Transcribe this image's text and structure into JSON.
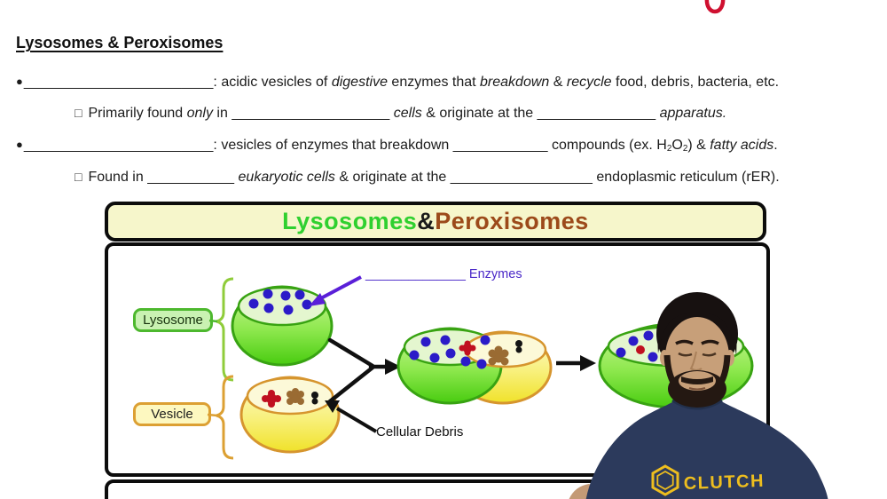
{
  "notes": {
    "title": "Lysosomes & Peroxisomes",
    "bullets": [
      {
        "marker": "●",
        "segments": [
          {
            "text": "________________________",
            "style": "blank"
          },
          {
            "text": ": acidic vesicles of ",
            "style": "normal"
          },
          {
            "text": "digestive",
            "style": "italic"
          },
          {
            "text": " enzymes that ",
            "style": "normal"
          },
          {
            "text": "breakdown",
            "style": "italic"
          },
          {
            "text": " & ",
            "style": "normal"
          },
          {
            "text": "recycle",
            "style": "italic"
          },
          {
            "text": " food, debris, bacteria, etc.",
            "style": "normal"
          }
        ]
      },
      {
        "marker": "□",
        "segments": [
          {
            "text": "Primarily found ",
            "style": "normal"
          },
          {
            "text": "only",
            "style": "italic"
          },
          {
            "text": " in ",
            "style": "normal"
          },
          {
            "text": "____________________",
            "style": "blank"
          },
          {
            "text": " ",
            "style": "normal"
          },
          {
            "text": "cells",
            "style": "italic"
          },
          {
            "text": " & originate at the ",
            "style": "normal"
          },
          {
            "text": "_______________",
            "style": "blank"
          },
          {
            "text": " ",
            "style": "normal"
          },
          {
            "text": "apparatus.",
            "style": "italic"
          }
        ]
      },
      {
        "marker": "●",
        "segments": [
          {
            "text": "________________________",
            "style": "blank"
          },
          {
            "text": ": vesicles of enzymes that breakdown ",
            "style": "normal"
          },
          {
            "text": "____________",
            "style": "blank"
          },
          {
            "text": " compounds (ex. H",
            "style": "normal"
          },
          {
            "text": "2",
            "style": "sub"
          },
          {
            "text": "O",
            "style": "normal"
          },
          {
            "text": "2",
            "style": "sub"
          },
          {
            "text": ") & ",
            "style": "normal"
          },
          {
            "text": "fatty acids",
            "style": "italic"
          },
          {
            "text": ".",
            "style": "normal"
          }
        ]
      },
      {
        "marker": "□",
        "segments": [
          {
            "text": "Found in ",
            "style": "normal"
          },
          {
            "text": "___________",
            "style": "blank"
          },
          {
            "text": " ",
            "style": "normal"
          },
          {
            "text": "eukaryotic cells",
            "style": "italic"
          },
          {
            "text": " & originate at the ",
            "style": "normal"
          },
          {
            "text": "__________________",
            "style": "blank"
          },
          {
            "text": " endoplasmic reticulum (rER).",
            "style": "normal"
          }
        ]
      }
    ]
  },
  "diagram": {
    "title": {
      "parts": [
        {
          "text": "Lysosomes",
          "color": "#2fd02f"
        },
        {
          "text": " & ",
          "color": "#1a1a1a"
        },
        {
          "text": "Peroxisomes",
          "color": "#9c4a1a"
        }
      ]
    },
    "labels": {
      "lysosome": "Lysosome",
      "vesicle": "Vesicle",
      "enzymes_blank": "______________",
      "enzymes": " Enzymes",
      "cellular_debris": "Cellular Debris"
    }
  },
  "presenter": {
    "shirt_text": "CLUTCH"
  },
  "colors": {
    "diagram_green": "#49cc10",
    "diagram_green_stroke": "#38a312",
    "diagram_yellow": "#f2e42c",
    "diagram_yellow_stroke": "#d6952e",
    "enzyme_dot_blue": "#2b1bc8",
    "debris_red": "#c01020",
    "debris_brown": "#9a6b33",
    "enzymes_label_purple": "#4a28c8",
    "title_bar_bg": "#f6f6cb",
    "shirt_navy": "#2c3a5c",
    "logo_yellow": "#eebe1e",
    "annotation_red": "#cf1030"
  }
}
